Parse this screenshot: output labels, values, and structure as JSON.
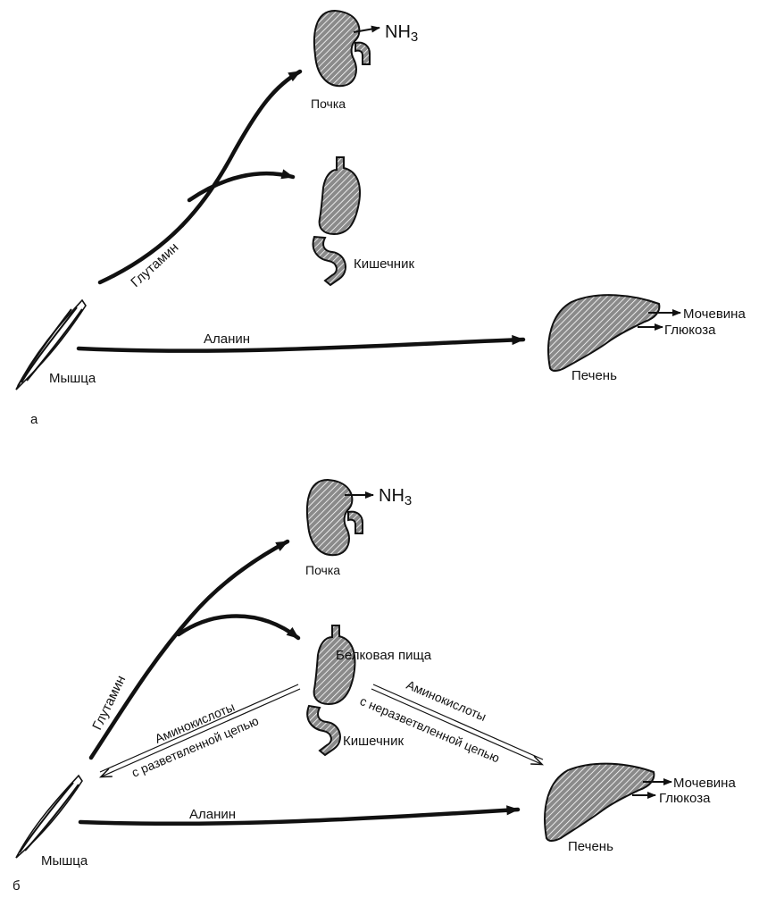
{
  "panel_a": {
    "panel_label": "а",
    "kidney_label": "Почка",
    "kidney_output": "NH",
    "kidney_output_sub": "3",
    "intestine_label": "Кишечник",
    "muscle_label": "Мышца",
    "liver_label": "Печень",
    "glutamine_label": "Глутамин",
    "alanine_label": "Аланин",
    "liver_output_1": "Мочевина",
    "liver_output_2": "Глюкоза"
  },
  "panel_b": {
    "panel_label": "б",
    "kidney_label": "Почка",
    "kidney_output": "NH",
    "kidney_output_sub": "3",
    "intestine_label": "Кишечник",
    "protein_food_label": "Белковая пища",
    "muscle_label": "Мышца",
    "liver_label": "Печень",
    "glutamine_label": "Глутамин",
    "alanine_label": "Аланин",
    "bcaa_line1": "Аминокислоты",
    "bcaa_line2": "с разветвленной цепью",
    "nonbcaa_line1": "Аминокислоты",
    "nonbcaa_line2": "с неразветвленной цепью",
    "liver_output_1": "Мочевина",
    "liver_output_2": "Глюкоза"
  }
}
